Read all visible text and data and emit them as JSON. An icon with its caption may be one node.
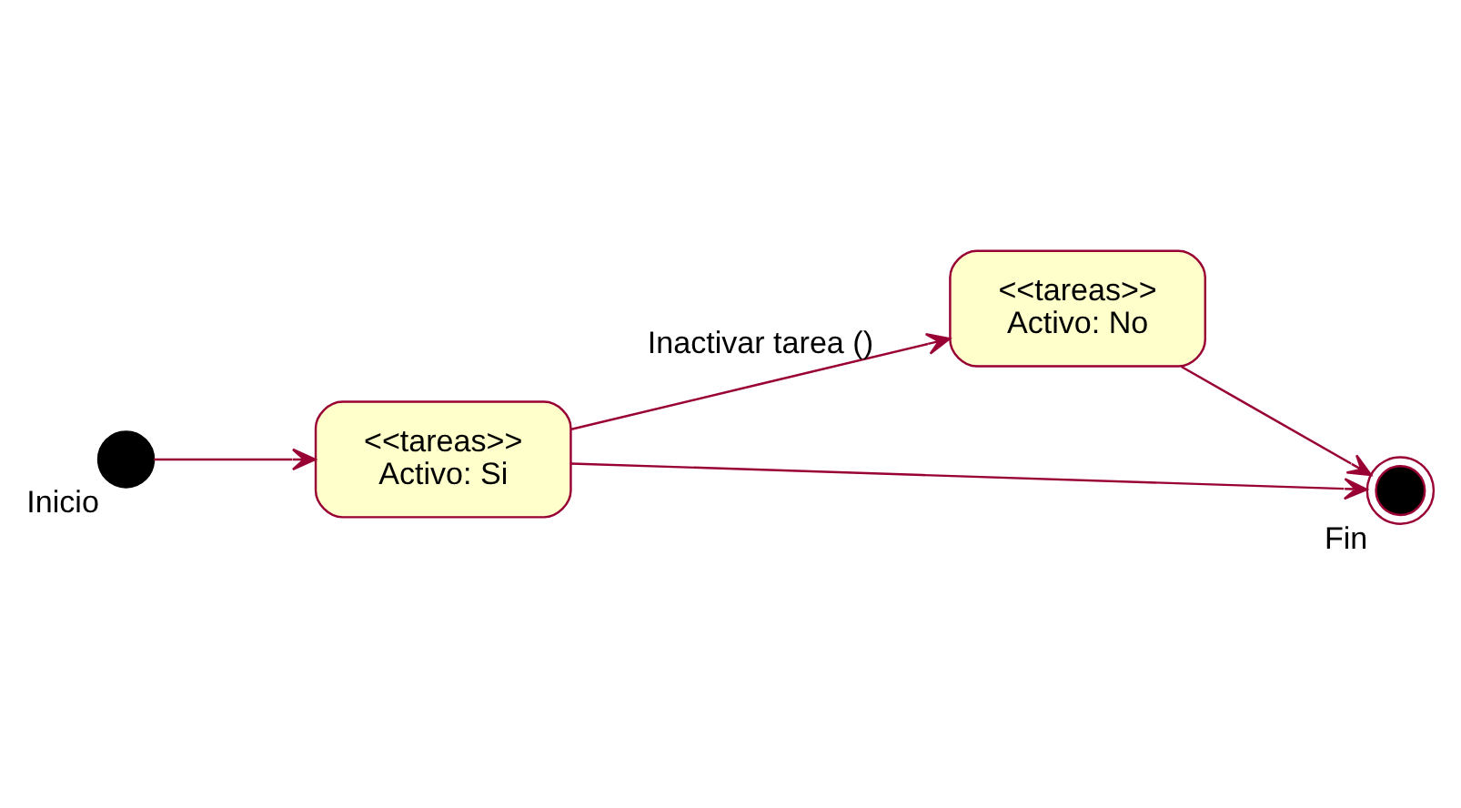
{
  "diagram": {
    "nodes": [
      {
        "text": [],
        "shape": "circle",
        "beside": [
          "Inicio"
        ]
      },
      {
        "text": [
          "<<tareas>>",
          "Activo: Si"
        ]
      },
      {
        "text": [
          "<<tareas>>",
          "Activo: No"
        ]
      },
      {
        "text": [],
        "shape": "bullseye",
        "beside": [
          "Fin"
        ]
      }
    ],
    "edges": [
      {
        "from": 0,
        "to": 1,
        "arrow": "to"
      },
      {
        "from": 1,
        "to": 2,
        "arrow": "to",
        "label": "Inactivar tarea ()"
      },
      {
        "from": 1,
        "to": 3,
        "arrow": "to"
      },
      {
        "from": 2,
        "to": 3,
        "arrow": "to"
      }
    ]
  }
}
